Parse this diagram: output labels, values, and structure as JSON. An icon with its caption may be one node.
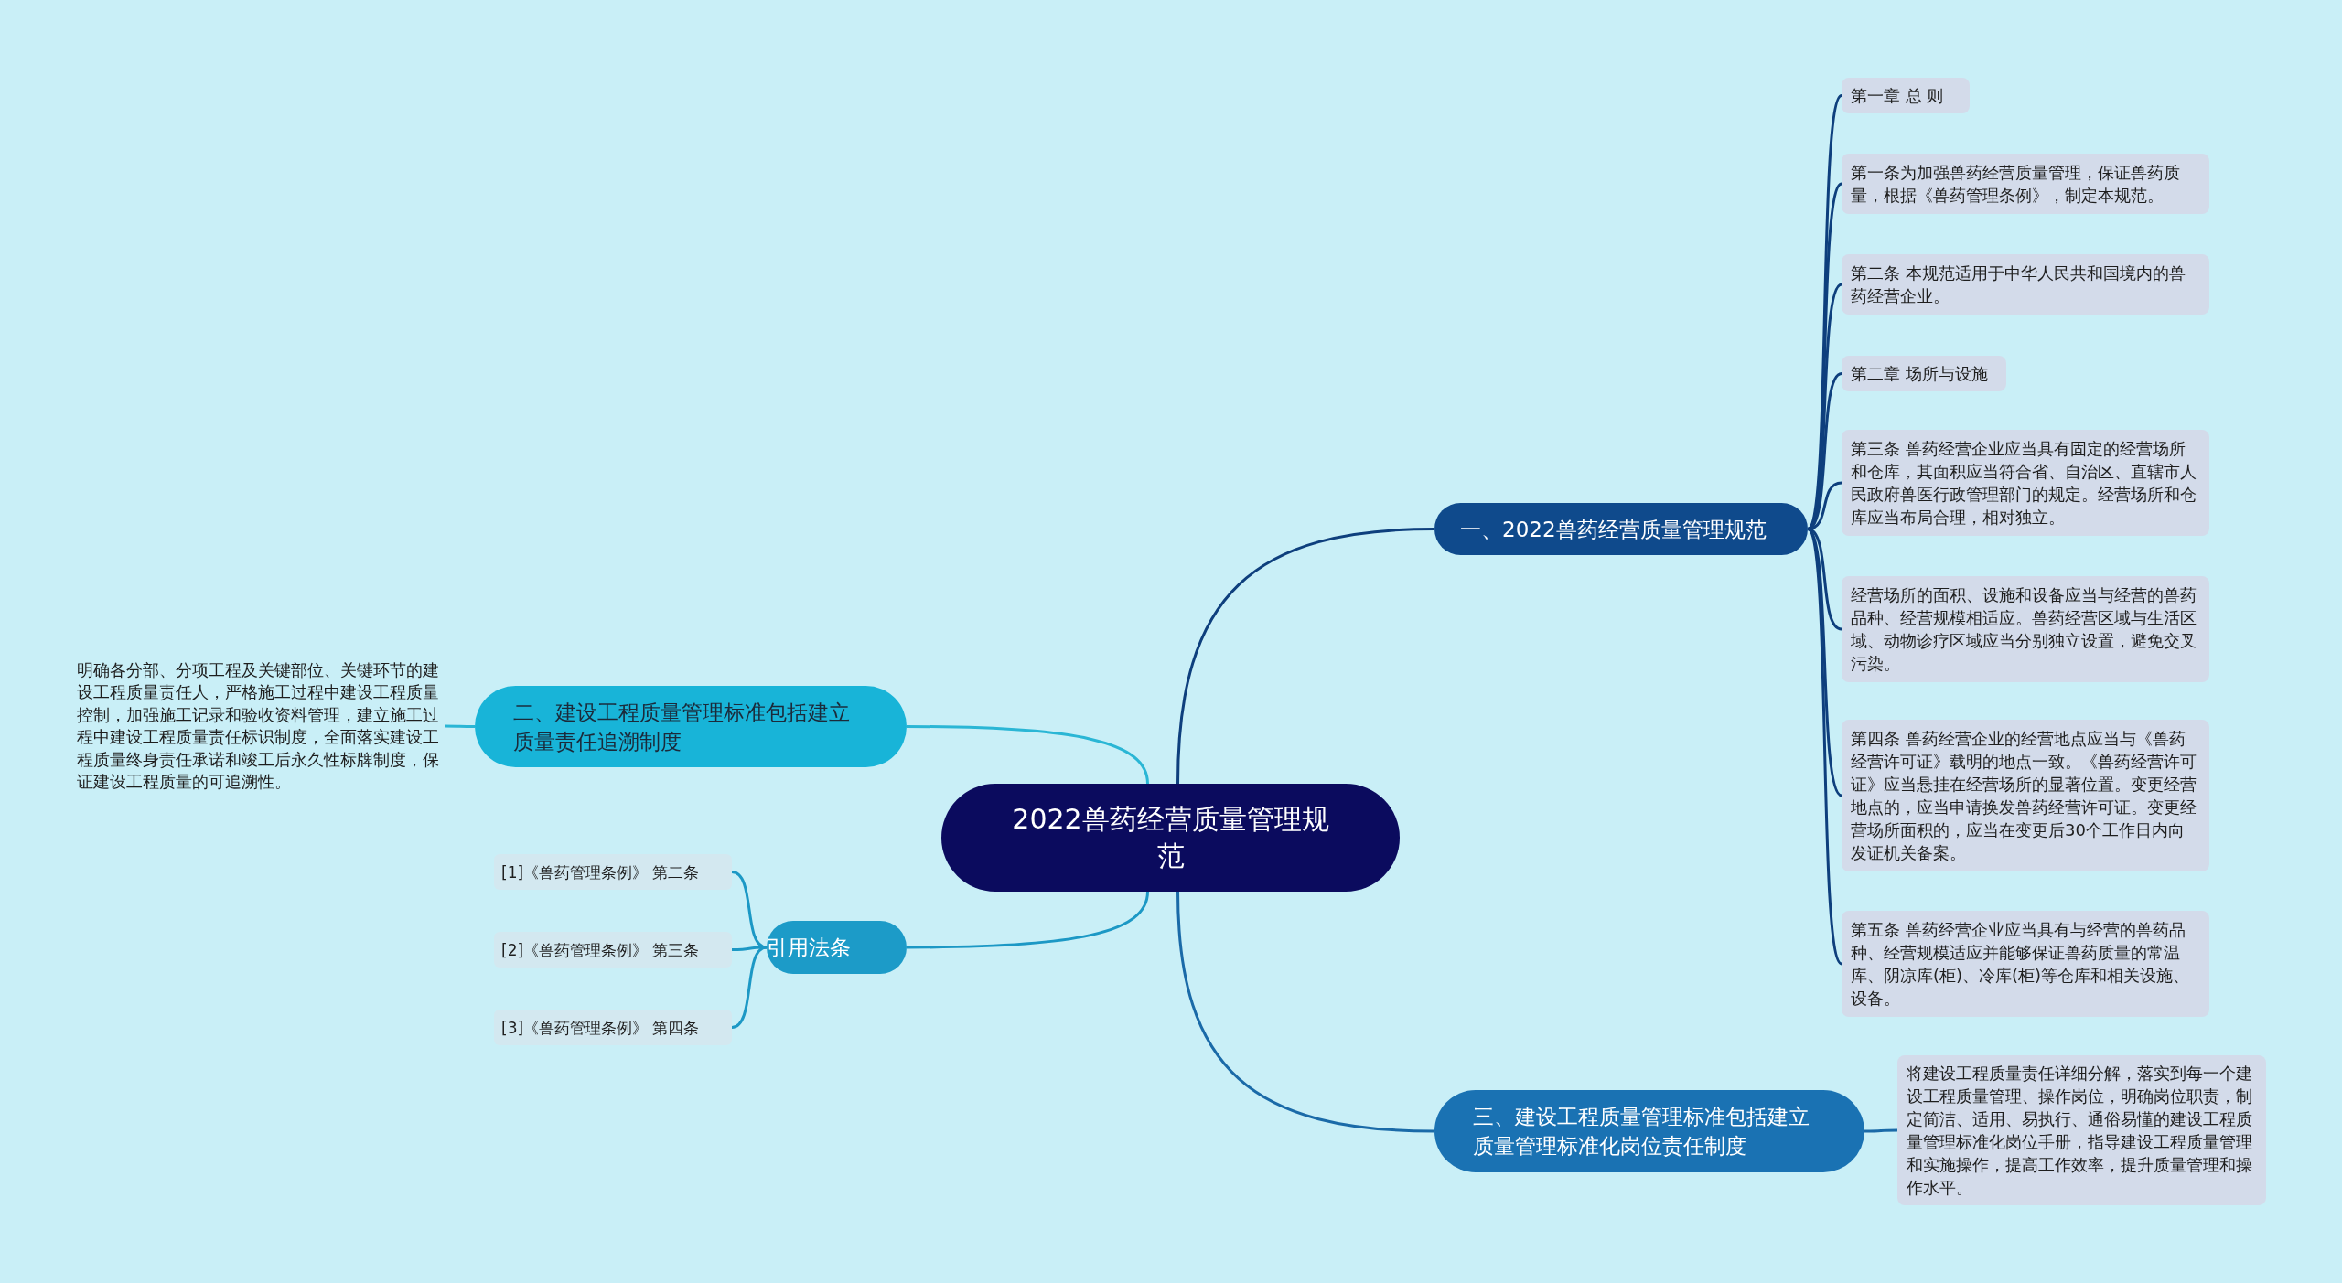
{
  "diagram": {
    "nodes": [
      {
        "text": [
          "2022兽药经营质量管理规范"
        ]
      },
      {
        "text": [
          "一、2022兽药经营质量管理规范"
        ]
      },
      {
        "text": [
          "第一章 总 则"
        ]
      },
      {
        "text": [
          "第一条为加强兽药经营质量管理，保证兽药质量，根据《兽药管理条例》，制定本规范。"
        ]
      },
      {
        "text": [
          "第二条 本规范适用于中华人民共和国境内的兽药经营企业。"
        ]
      },
      {
        "text": [
          "第二章 场所与设施"
        ]
      },
      {
        "text": [
          "第三条 兽药经营企业应当具有固定的经营场所和仓库，其面积应当符合省、自治区、直辖市人民政府兽医行政管理部门的规定。经营场所和仓库应当布局合理，相对独立。"
        ]
      },
      {
        "text": [
          "经营场所的面积、设施和设备应当与经营的兽药品种、经营规模相适应。兽药经营区域与生活区域、动物诊疗区域应当分别独立设置，避免交叉污染。"
        ]
      },
      {
        "text": [
          "第四条 兽药经营企业的经营地点应当与《兽药经营许可证》载明的地点一致。《兽药经营许可证》应当悬挂在经营场所的显著位置。变更经营地点的，应当申请换发兽药经营许可证。变更经营场所面积的，应当在变更后30个工作日内向发证机关备案。"
        ]
      },
      {
        "text": [
          "第五条 兽药经营企业应当具有与经营的兽药品种、经营规模适应并能够保证兽药质量的常温库、阴凉库(柜)、冷库(柜)等仓库和相关设施、设备。"
        ]
      },
      {
        "text": [
          "二、建设工程质量管理标准包括建立质量责任追溯制度"
        ]
      },
      {
        "text": [
          "明确各分部、分项工程及关键部位、关键环节的建设工程质量责任人，严格施工过程中建设工程质量控制，加强施工记录和验收资料管理，建立施工过程中建设工程质量责任标识制度，全面落实建设工程质量终身责任承诺和竣工后永久性标牌制度，保证建设工程质量的可追溯性。"
        ]
      },
      {
        "text": [
          "引用法条"
        ]
      },
      {
        "text": [
          "[1]《兽药管理条例》 第二条"
        ]
      },
      {
        "text": [
          "[2]《兽药管理条例》 第三条"
        ]
      },
      {
        "text": [
          "[3]《兽药管理条例》 第四条"
        ]
      },
      {
        "text": [
          "三、建设工程质量管理标准包括建立质量管理标准化岗位责任制度"
        ]
      },
      {
        "text": [
          "将建设工程质量责任详细分解，落实到每一个建设工程质量管理、操作岗位，明确岗位职责，制定简洁、适用、易执行、通俗易懂的建设工程质量管理标准化岗位手册，指导建设工程质量管理和实施操作，提高工作效率，提升质量管理和操作水平。"
        ]
      }
    ],
    "edges": [
      {
        "from": 0,
        "to": 1,
        "arrow": "none"
      },
      {
        "from": 1,
        "to": 2,
        "arrow": "none"
      },
      {
        "from": 1,
        "to": 3,
        "arrow": "none"
      },
      {
        "from": 1,
        "to": 4,
        "arrow": "none"
      },
      {
        "from": 1,
        "to": 5,
        "arrow": "none"
      },
      {
        "from": 1,
        "to": 6,
        "arrow": "none"
      },
      {
        "from": 1,
        "to": 7,
        "arrow": "none"
      },
      {
        "from": 1,
        "to": 8,
        "arrow": "none"
      },
      {
        "from": 1,
        "to": 9,
        "arrow": "none"
      },
      {
        "from": 0,
        "to": 10,
        "arrow": "none",
        "color": "#2ab6d5"
      },
      {
        "from": 10,
        "to": 11,
        "arrow": "none",
        "color": "#2ab6d5"
      },
      {
        "from": 0,
        "to": 12,
        "arrow": "none",
        "color": "#1c98c5"
      },
      {
        "from": 12,
        "to": 13,
        "arrow": "none",
        "color": "#1c98c5"
      },
      {
        "from": 12,
        "to": 14,
        "arrow": "none",
        "color": "#1c98c5"
      },
      {
        "from": 12,
        "to": 15,
        "arrow": "none",
        "color": "#1c98c5"
      },
      {
        "from": 0,
        "to": 16,
        "arrow": "none",
        "color": "#1a6aa8"
      },
      {
        "from": 16,
        "to": 17,
        "arrow": "none",
        "color": "#1a6aa8"
      }
    ]
  }
}
